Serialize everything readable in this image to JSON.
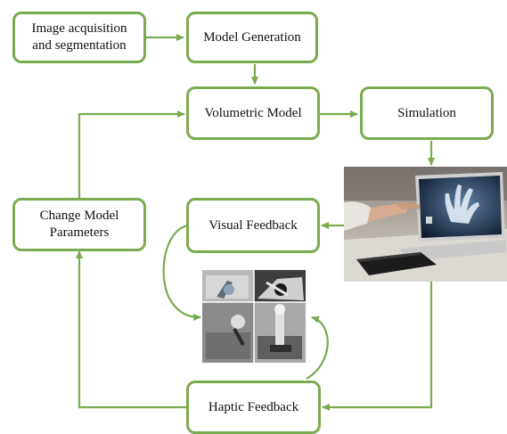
{
  "diagram": {
    "nodes": {
      "image_acquisition": "Image acquisition\nand segmentation",
      "model_generation": "Model Generation",
      "volumetric_model": "Volumetric Model",
      "simulation": "Simulation",
      "change_model_parameters": "Change Model\nParameters",
      "visual_feedback": "Visual Feedback",
      "haptic_feedback": "Haptic Feedback"
    },
    "edges": [
      {
        "from": "image_acquisition",
        "to": "model_generation"
      },
      {
        "from": "model_generation",
        "to": "volumetric_model"
      },
      {
        "from": "volumetric_model",
        "to": "simulation"
      },
      {
        "from": "simulation",
        "to": "simulation_photo"
      },
      {
        "from": "simulation_photo",
        "to": "visual_feedback"
      },
      {
        "from": "simulation_photo",
        "to": "haptic_feedback"
      },
      {
        "from": "visual_feedback",
        "to": "haptic_device_photo"
      },
      {
        "from": "haptic_feedback",
        "to": "haptic_device_photo"
      },
      {
        "from": "haptic_feedback",
        "to": "change_model_parameters"
      },
      {
        "from": "change_model_parameters",
        "to": "volumetric_model"
      }
    ],
    "images": [
      "laptop-hand-simulation-photo",
      "haptic-device-photo"
    ],
    "colors": {
      "line": "#7aab4f",
      "box_border": "#7aab4f",
      "text": "#111111"
    }
  }
}
